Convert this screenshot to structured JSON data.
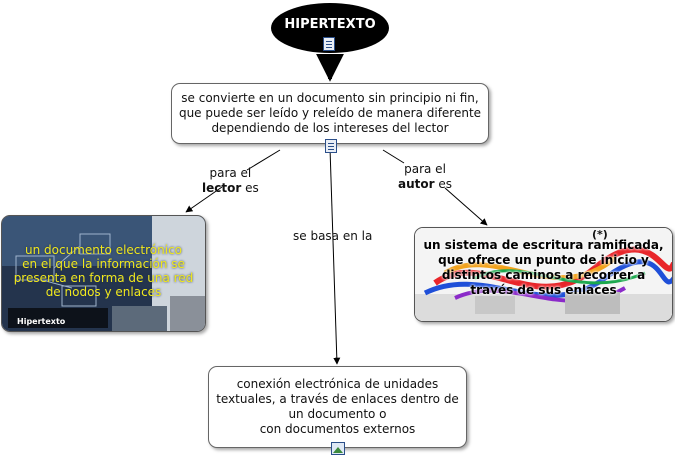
{
  "root": {
    "label": "HIPERTEXTO"
  },
  "definition": {
    "text": "se convierte en un documento sin principio ni fin,\nque puede ser leído y releído de manera diferente\ndependiendo de los intereses del lector"
  },
  "links": {
    "reader": {
      "line1": "para el",
      "bold": "lector",
      "rest": "es"
    },
    "author": {
      "line1": "para el",
      "bold": "autor",
      "rest": "es"
    },
    "based": {
      "text": "se basa en la"
    }
  },
  "reader_node": {
    "text": "un documento electrónico\nen el que la información se\npresenta en forma de una red\nde nodos y enlaces",
    "caption": "Hipertexto"
  },
  "author_node": {
    "marker": "(*)",
    "text": "un sistema de escritura ramificada,\nque ofrece un punto de inicio y\ndistintos caminos a recorrer a\ntravés de sus enlaces"
  },
  "connection_node": {
    "text": "conexión electrónica de unidades\ntextuales, a través de enlaces dentro de\nun documento o\ncon documentos externos"
  },
  "icons": {
    "root": "document-icon",
    "definition": "document-icon",
    "connection": "image-icon"
  },
  "colors": {
    "root_fill": "#000000",
    "reader_text": "#f0e81c"
  }
}
